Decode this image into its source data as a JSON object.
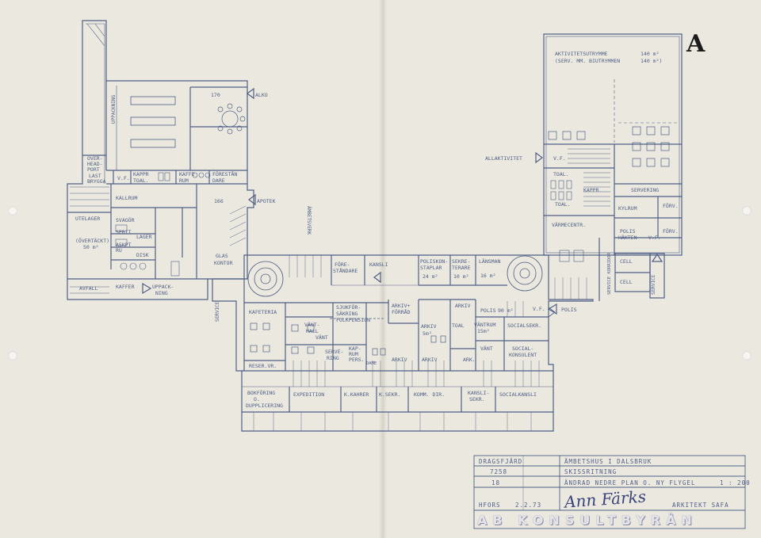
{
  "sheet": {
    "letter": "A"
  },
  "rooms": {
    "aktivitet": "AKTIVITETSUTRYMME",
    "aktivitet_area": "140 m²",
    "serv": "(SERV. MM. BIUTRYMMEN",
    "serv_area": "140 m²)",
    "allaktivitet": "ALLAKTIVITET",
    "vf_r1": "V.F.",
    "toal_r1": "TOAL.",
    "kappr_r": "KAPPR",
    "toal_r2": "TOAL.",
    "servering": "SERVERING",
    "kylrum": "KYLRUM",
    "forv_r1": "FÖRV.",
    "varmecentr": "VÄRMECENTR.",
    "polis_hakten": "POLIS",
    "hakten": "HÄKTEN",
    "vf_r2": "V.F.",
    "forv_r2": "FÖRV.",
    "cell1": "CELL",
    "cell2": "CELL",
    "service_korridor": "SERVICE KORRIDOR",
    "service_r": "SERVICE",
    "alko": "ALKO",
    "n170": "170",
    "uppackning": "UPPACKNING",
    "overhead": "OVER-",
    "overhead2": "HEAD-",
    "overhead3": "PORT",
    "last": "LAST",
    "brygga": "BRYGGA",
    "vf_l": "V.F.",
    "kappr_l": "KAPPR",
    "toal_l": "TOAL.",
    "kaffe_rum": "KAFFE",
    "kaffe_rum2": "RUM",
    "forestandare_l": "FÖRESTÅN",
    "forestandare_l2": "DARE",
    "kallrum": "KALLRUM",
    "n166": "166",
    "apotek": "APOTEK",
    "utelager": "UTELAGER",
    "svagor": "SVAGÖR",
    "sprit": "SPRIT",
    "lager": "LAGER",
    "overtackt": "(ÖVERTÄCKT)",
    "overtackt_area": "50 m²",
    "askpt": "ASKPT",
    "ru": "RU",
    "disk": "DISK",
    "avfall": "AVFALL",
    "kaffer": "KAFFER",
    "uppackning2": "UPPACK-",
    "uppackning2b": "NING",
    "glas": "GLAS",
    "kontor": "KONTOR",
    "ambetsverk": "ÄMBETSVERK",
    "service_l": "SERVICE",
    "forestandare": "FÖRE-",
    "forestandare2": "STÅNDARE",
    "kansli": "KANSLI",
    "poliskonstaplar": "POLISKON-",
    "poliskonstaplar2": "STAPLAR",
    "polis_area": "24 m²",
    "sekreterare": "SEKRE-",
    "sekreterare2": "TERARE",
    "sekr_area": "10 m²",
    "lansman": "LÄNSMAN",
    "lansman_area": "16 m²",
    "kafeteria": "KAFETERIA",
    "sjukforsakring": "SJUKFÖR-",
    "sjukforsakring2": "SÄKRING",
    "folkpension": "FOLKPENSION",
    "arkiv_forrad": "ARKIV+",
    "arkiv_forrad2": "FÖRRÅD",
    "arkiv1": "ARKIV",
    "polis_90": "POLIS",
    "polis_90_area": "90 m²",
    "vf_c": "V.F.",
    "polis_entry": "POLIS",
    "vanthall": "VÄNT-",
    "vanthall2": "HALL",
    "vant1": "VÄNT",
    "arkiv2": "ARKIV",
    "arkiv2_area": "5m²",
    "toal_c": "TOAL",
    "vantrum": "VÄNTRUM",
    "vantrum_area": "15m²",
    "socialsekr": "SOCIALSEKR.",
    "servering_c": "SERVE-",
    "servering_c2": "RING",
    "kapprum": "KAP-",
    "kapprum2": "RUM",
    "pers": "PERS.",
    "dame": "DAME",
    "arkiv3": "ARKIV",
    "arkiv4": "ARKIV",
    "ark": "ARK.",
    "vant2": "VÄNT",
    "socialkonsulent": "SOCIAL-",
    "socialkonsulent2": "KONSULENT",
    "reservr": "RESER.VR.",
    "bokforing": "BOKFÖRING",
    "bokforing2": "O.",
    "bokforing3": "DUPPLICERING",
    "expedition": "EXPEDITION",
    "kkahrer": "K.KAHRER",
    "ksekr": "K.SEKR.",
    "kommdir": "KOMM. DIR.",
    "kanslisekr": "KANSLI-",
    "kanslisekr2": "SEKR.",
    "socialkansli": "SOCIALKANSLI"
  },
  "title_block": {
    "place": "DRAGSFJÄRD",
    "project": "ÄMBETSHUS  I  DALSBRUK",
    "number": "7258",
    "type": "SKISSRITNING",
    "rev": "18",
    "description": "ÄNDRAD  NEDRE  PLAN  O.  NY  FLYGEL",
    "scale": "1 : 200",
    "city": "HFORS",
    "date": "2.2.73",
    "signature": "Ann Färks",
    "architect": "ARKITEKT  SAFA",
    "firm": "AB  KONSULTBYRÅN"
  },
  "colors": {
    "line": "#4f5f86",
    "paper": "#ebe8df",
    "ink": "#39447a"
  }
}
